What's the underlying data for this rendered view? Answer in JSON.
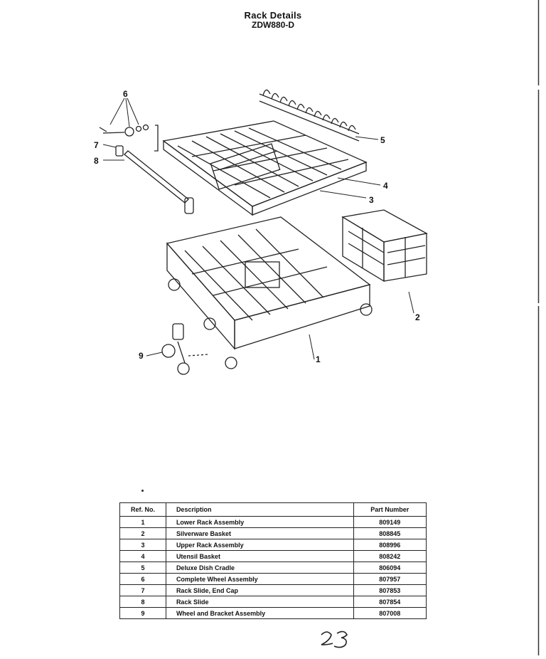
{
  "header": {
    "title": "Rack Details",
    "model": "ZDW880-D"
  },
  "callouts": [
    "1",
    "2",
    "3",
    "4",
    "5",
    "6",
    "7",
    "8",
    "9"
  ],
  "parts_table": {
    "headers": [
      "Ref. No.",
      "Description",
      "Part Number"
    ],
    "rows": [
      {
        "ref": "1",
        "description": "Lower Rack Assembly",
        "part": "809149"
      },
      {
        "ref": "2",
        "description": "Silverware Basket",
        "part": "808845"
      },
      {
        "ref": "3",
        "description": "Upper Rack Assembly",
        "part": "808996"
      },
      {
        "ref": "4",
        "description": "Utensil Basket",
        "part": "808242"
      },
      {
        "ref": "5",
        "description": "Deluxe Dish Cradle",
        "part": "806094"
      },
      {
        "ref": "6",
        "description": "Complete Wheel Assembly",
        "part": "807957"
      },
      {
        "ref": "7",
        "description": "Rack Slide, End Cap",
        "part": "807853"
      },
      {
        "ref": "8",
        "description": "Rack Slide",
        "part": "807854"
      },
      {
        "ref": "9",
        "description": "Wheel and Bracket Assembly",
        "part": "807008"
      }
    ]
  },
  "page_note": "23"
}
